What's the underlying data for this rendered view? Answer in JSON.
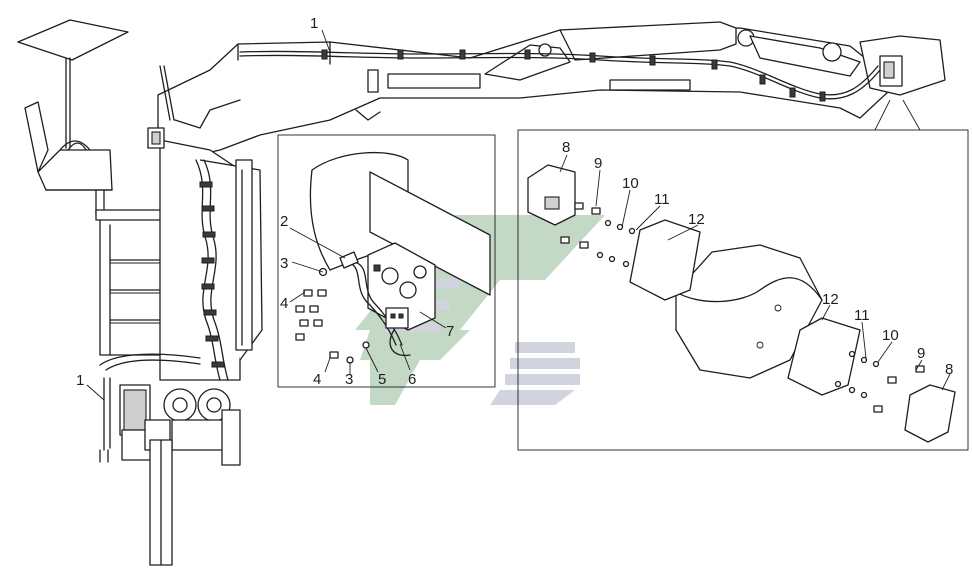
{
  "callouts": [
    {
      "id": "c1-top",
      "text": "1"
    },
    {
      "id": "c1-left",
      "text": "1"
    },
    {
      "id": "c2",
      "text": "2"
    },
    {
      "id": "c3-top",
      "text": "3"
    },
    {
      "id": "c3-bottom",
      "text": "3"
    },
    {
      "id": "c4-top",
      "text": "4"
    },
    {
      "id": "c4-bottom",
      "text": "4"
    },
    {
      "id": "c5",
      "text": "5"
    },
    {
      "id": "c6",
      "text": "6"
    },
    {
      "id": "c7",
      "text": "7"
    },
    {
      "id": "c8-top",
      "text": "8"
    },
    {
      "id": "c8-bottom",
      "text": "8"
    },
    {
      "id": "c9-top",
      "text": "9"
    },
    {
      "id": "c9-bottom",
      "text": "9"
    },
    {
      "id": "c10-top",
      "text": "10"
    },
    {
      "id": "c10-bottom",
      "text": "10"
    },
    {
      "id": "c11-top",
      "text": "11"
    },
    {
      "id": "c11-bottom",
      "text": "11"
    },
    {
      "id": "c12-top",
      "text": "12"
    },
    {
      "id": "c12-bottom",
      "text": "12"
    }
  ],
  "colors": {
    "line": "#1e1e1e",
    "watermark_green": "#b9d3bd",
    "watermark_grey": "#c9cdd6"
  }
}
